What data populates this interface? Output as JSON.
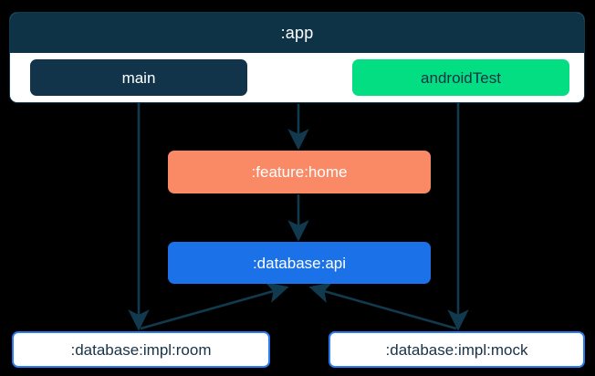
{
  "diagram": {
    "type": "module-dependency-graph",
    "background_color": "#000000",
    "edge_color": "#123a4e",
    "cluster": {
      "title": ":app",
      "header_color": "#0e3346",
      "body_color": "#ffffff",
      "border_color": "#123a4e",
      "children": [
        {
          "id": "main",
          "label": "main",
          "fill": "#12344a",
          "text_color": "#ffffff"
        },
        {
          "id": "androidTest",
          "label": "androidTest",
          "fill": "#03de82",
          "text_color": "#0e3346"
        }
      ]
    },
    "nodes": [
      {
        "id": "feature-home",
        "label": ":feature:home",
        "fill": "#fa8a66",
        "text_color": "#ffffff"
      },
      {
        "id": "database-api",
        "label": ":database:api",
        "fill": "#1b72e8",
        "text_color": "#ffffff"
      },
      {
        "id": "database-impl-room",
        "label": ":database:impl:room",
        "fill": "#ffffff",
        "text_color": "#173347",
        "border": "#2a7cf0"
      },
      {
        "id": "database-impl-mock",
        "label": ":database:impl:mock",
        "fill": "#ffffff",
        "text_color": "#173347",
        "border": "#2a7cf0"
      }
    ],
    "edges": [
      {
        "from": ":app",
        "to": ":feature:home"
      },
      {
        "from": "main",
        "to": ":database:impl:room"
      },
      {
        "from": "androidTest",
        "to": ":database:impl:mock"
      },
      {
        "from": ":feature:home",
        "to": ":database:api"
      },
      {
        "from": ":database:impl:room",
        "to": ":database:api"
      },
      {
        "from": ":database:impl:mock",
        "to": ":database:api"
      }
    ]
  }
}
